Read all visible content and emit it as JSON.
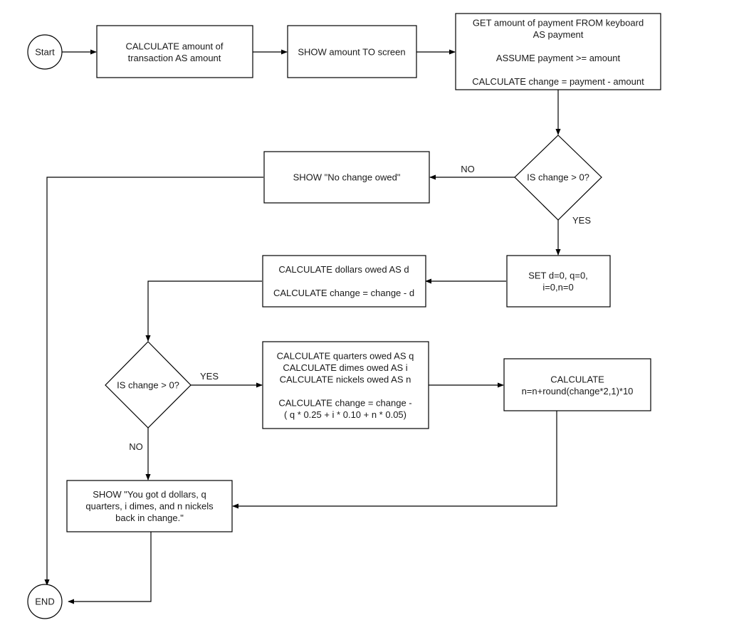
{
  "nodes": {
    "start": [
      "Start"
    ],
    "calc_amount": [
      "CALCULATE amount of",
      "transaction AS amount"
    ],
    "show_amount": [
      "SHOW amount TO screen"
    ],
    "get_payment": [
      "GET amount of payment FROM keyboard",
      "AS payment",
      "",
      "ASSUME payment >= amount",
      "",
      "CALCULATE change = payment - amount"
    ],
    "decision1": [
      "IS change > 0?"
    ],
    "no_change": [
      "SHOW \"No change owed\""
    ],
    "set_vars": [
      "SET d=0, q=0,",
      "i=0,n=0"
    ],
    "calc_dollars": [
      "CALCULATE dollars owed AS d",
      "",
      "CALCULATE change = change - d"
    ],
    "decision2": [
      "IS change > 0?"
    ],
    "calc_coins": [
      "CALCULATE quarters owed AS q",
      "CALCULATE dimes owed AS i",
      "CALCULATE nickels owed AS n",
      "",
      "CALCULATE change = change -",
      "( q * 0.25 + i * 0.10 + n * 0.05)"
    ],
    "calc_round": [
      "CALCULATE",
      "n=n+round(change*2,1)*10"
    ],
    "show_result": [
      "SHOW \"You got d dollars, q",
      "quarters, i dimes, and n nickels",
      "back in change.\""
    ],
    "end": [
      "END"
    ]
  },
  "edge_labels": {
    "d1_no": "NO",
    "d1_yes": "YES",
    "d2_yes": "YES",
    "d2_no": "NO"
  }
}
